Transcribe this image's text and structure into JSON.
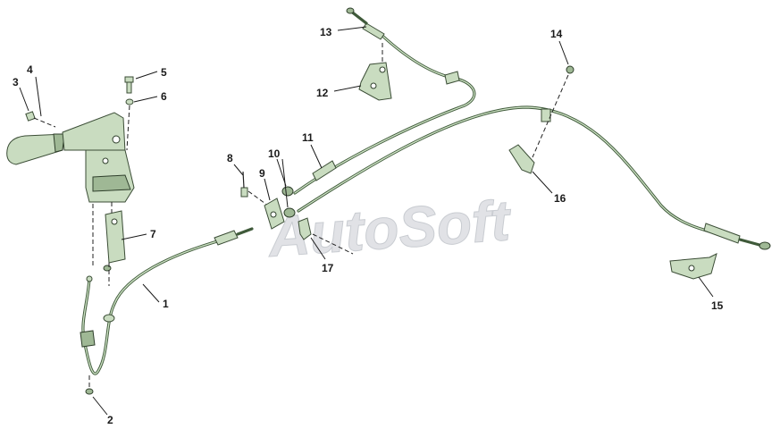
{
  "watermark": "AutoSoft",
  "callouts": [
    "1",
    "2",
    "3",
    "4",
    "5",
    "6",
    "7",
    "8",
    "9",
    "10",
    "11",
    "12",
    "13",
    "14",
    "15",
    "16",
    "17"
  ],
  "colors": {
    "part": "#c9dcc0",
    "cable": "#3f5a3a",
    "label": "#1a1a1a"
  }
}
